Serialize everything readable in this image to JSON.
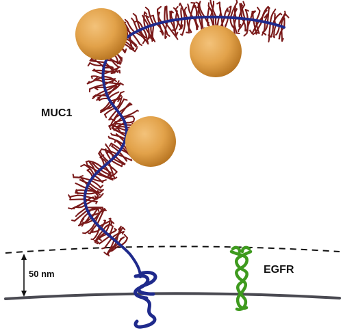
{
  "labels": {
    "mucin": "MUC1",
    "receptor": "EGFR",
    "scale": "50 nm"
  },
  "colors": {
    "background": "#ffffff",
    "membrane": "#4a4a52",
    "boundary": "#111111",
    "backbone": "#1f2a8c",
    "glycan": "#7a1a1a",
    "bead": "#e2a24a",
    "bead_dark": "#b5721f",
    "receptor": "#3e9a1e",
    "text": "#111111"
  },
  "icons": {
    "scale_arrow": "double-headed-arrow-icon",
    "bead": "sphere-icon"
  }
}
